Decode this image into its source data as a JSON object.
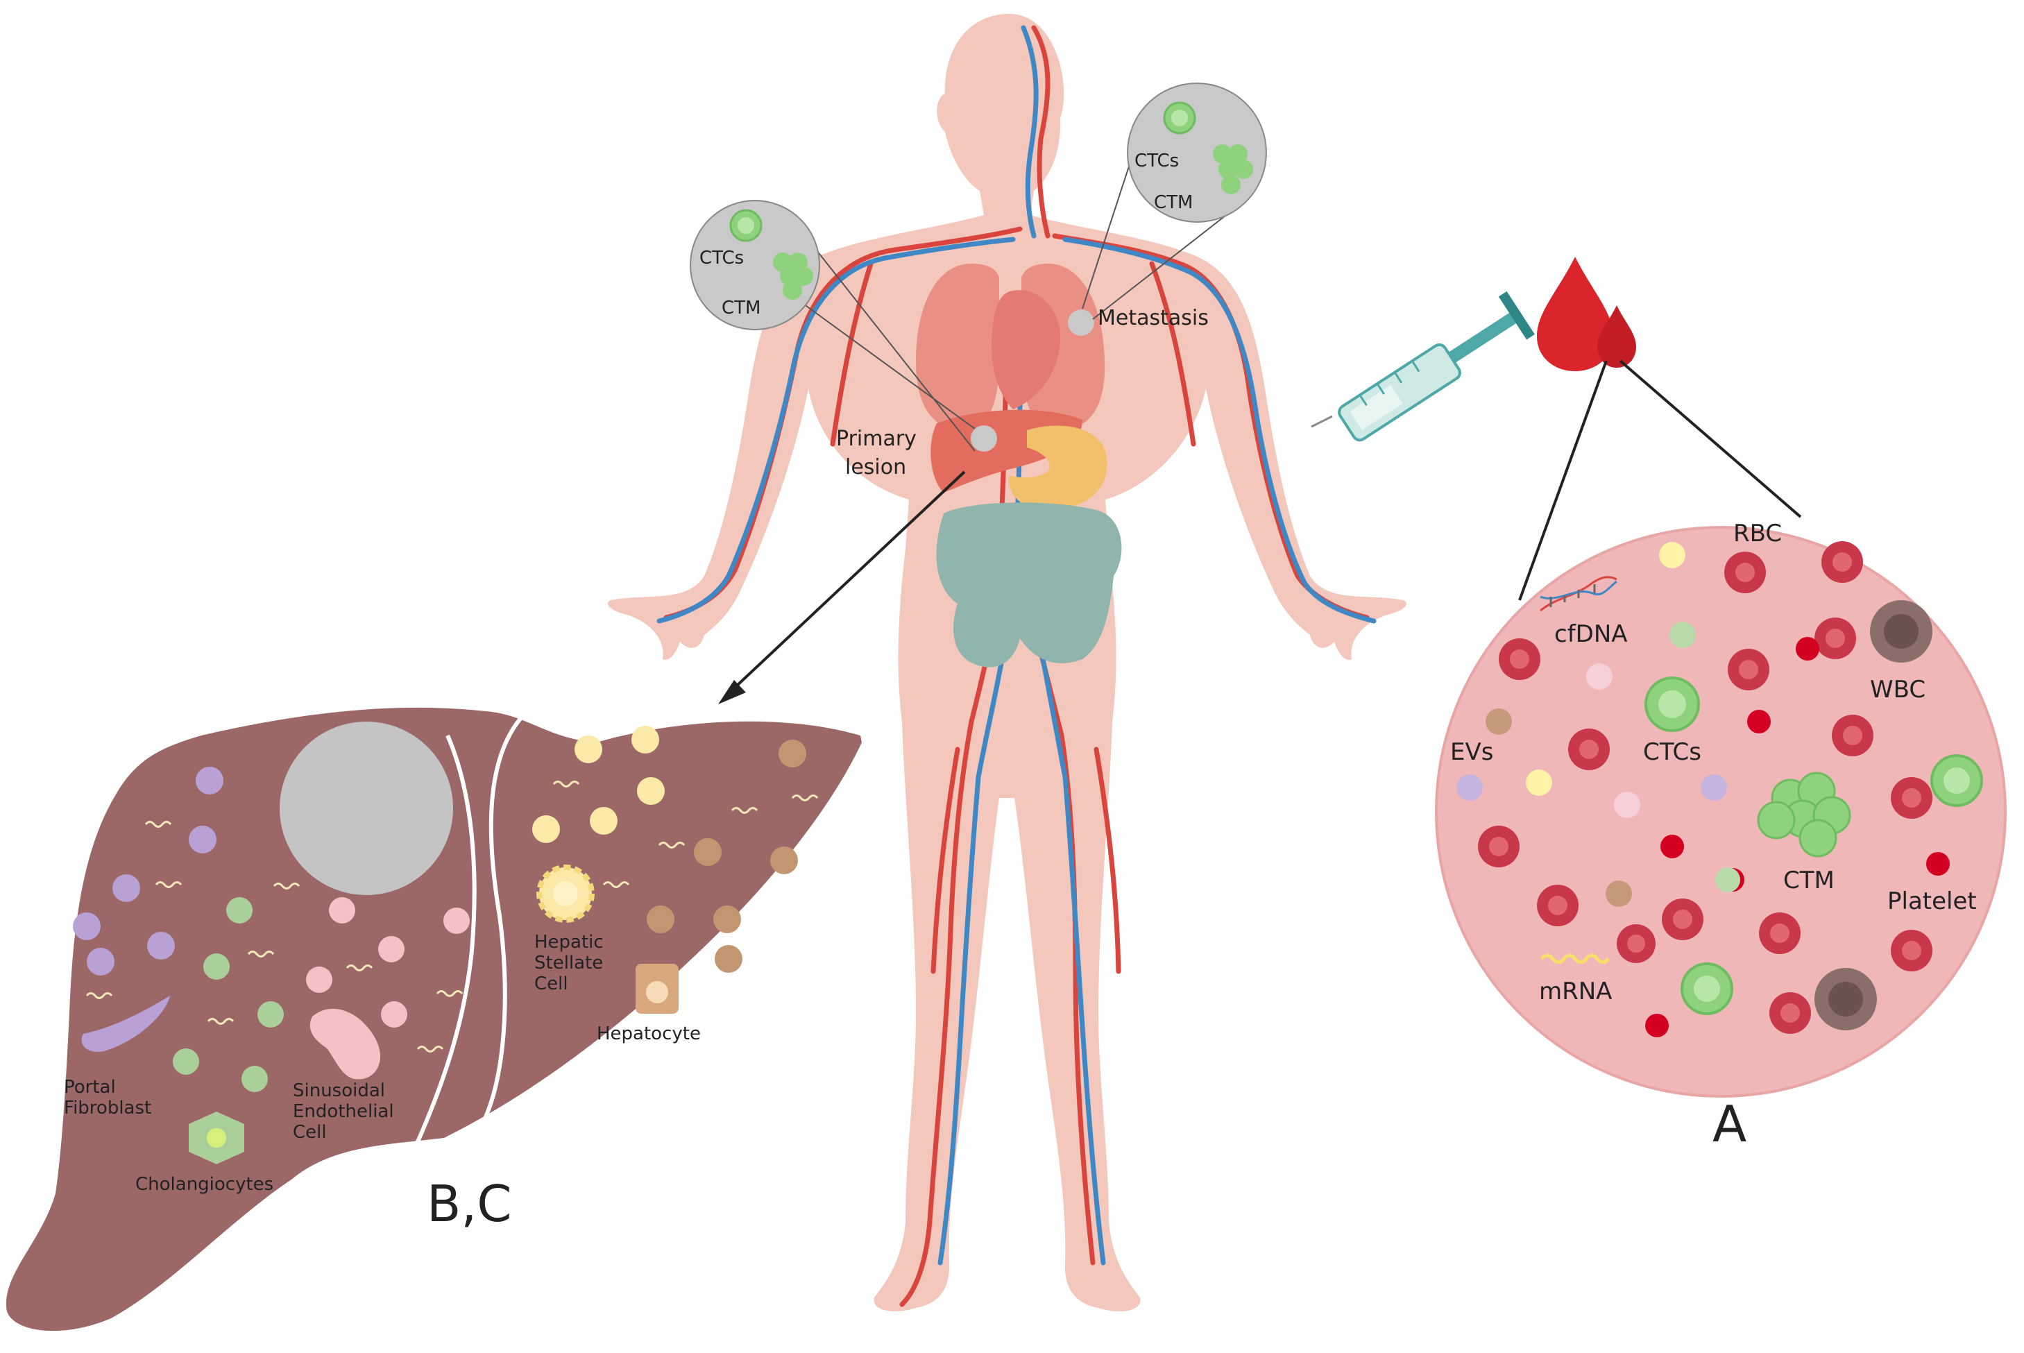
{
  "colors": {
    "body": "#f3c7bb",
    "artery": "#d9453d",
    "vein": "#3f88c5",
    "organ": "#e98f83",
    "liver": "#9c6767",
    "blood_circle": "#f0b7b8",
    "rbc": "#c9384a",
    "ctc": "#8fd27e",
    "wbc": "#8a6e6a",
    "grey_circle": "#c9c9c9",
    "syringe": "#4fa8a8",
    "drop": "#d9252b"
  },
  "labels": {
    "ctcs_left": "CTCs",
    "ctm_left": "CTM",
    "ctcs_top": "CTCs",
    "ctm_top": "CTM",
    "metastasis": "Metastasis",
    "primary_lesion_line1": "Primary",
    "primary_lesion_line2": "lesion",
    "panel_a": "A",
    "panel_bc": "B,C"
  },
  "blood": {
    "rbc": "RBC",
    "cfdna": "cfDNA",
    "wbc": "WBC",
    "evs": "EVs",
    "ctcs": "CTCs",
    "ctm": "CTM",
    "platelet": "Platelet",
    "mrna": "mRNA"
  },
  "liver": {
    "portal_line1": "Portal",
    "portal_line2": "Fibroblast",
    "sinusoidal_line1": "Sinusoidal",
    "sinusoidal_line2": "Endothelial",
    "sinusoidal_line3": "Cell",
    "cholangiocytes": "Cholangiocytes",
    "stellate_line1": "Hepatic",
    "stellate_line2": "Stellate",
    "stellate_line3": "Cell",
    "hepatocyte": "Hepatocyte"
  }
}
